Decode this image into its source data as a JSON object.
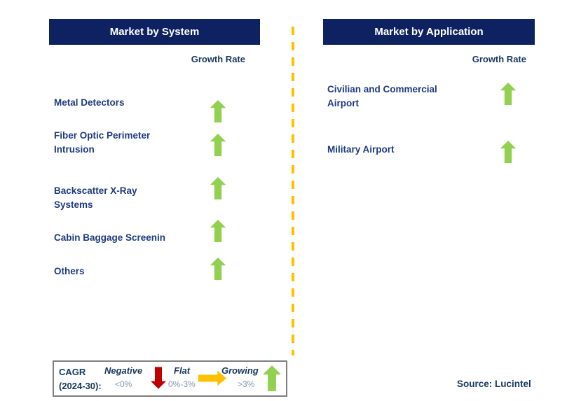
{
  "colors": {
    "header_bg": "#0E2161",
    "label_text": "#1F3A80",
    "growth_green": "#92D050",
    "negative_red": "#C00000",
    "flat_orange": "#FFC000",
    "divider_gold": "#FFC000",
    "range_muted": "#8496B0",
    "legend_border": "#7F7F7F"
  },
  "left_panel": {
    "title": "Market by System",
    "growth_rate_label": "Growth Rate",
    "items": [
      {
        "label": "Metal Detectors",
        "trend": "up"
      },
      {
        "label": "Fiber Optic Perimeter Intrusion",
        "trend": "up"
      },
      {
        "label": "Backscatter X-Ray Systems",
        "trend": "up"
      },
      {
        "label": "Cabin Baggage Screenin",
        "trend": "up"
      },
      {
        "label": "Others",
        "trend": "up"
      }
    ]
  },
  "right_panel": {
    "title": "Market by Application",
    "growth_rate_label": "Growth Rate",
    "items": [
      {
        "label": "Civilian and Commercial Airport",
        "trend": "up"
      },
      {
        "label": "Military Airport",
        "trend": "up"
      }
    ]
  },
  "legend": {
    "title_line1": "CAGR",
    "title_line2": "(2024-30):",
    "entries": [
      {
        "label": "Negative",
        "range": "<0%",
        "direction": "down",
        "color": "#C00000"
      },
      {
        "label": "Flat",
        "range": "0%-3%",
        "direction": "right",
        "color": "#FFC000"
      },
      {
        "label": "Growing",
        "range": ">3%",
        "direction": "up",
        "color": "#92D050"
      }
    ]
  },
  "source": "Source: Lucintel"
}
